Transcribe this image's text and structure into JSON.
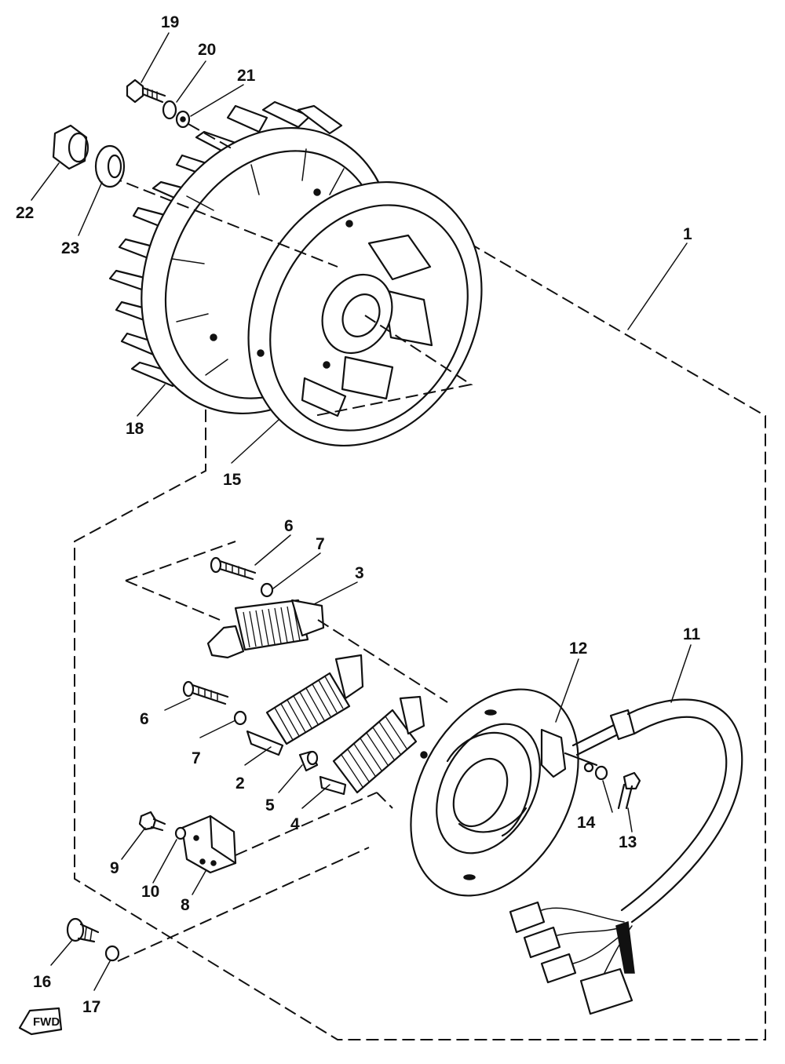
{
  "labels": {
    "p1": "1",
    "p2": "2",
    "p3": "3",
    "p4": "4",
    "p5": "5",
    "p6a": "6",
    "p6b": "6",
    "p7a": "7",
    "p7b": "7",
    "p8": "8",
    "p9": "9",
    "p10": "10",
    "p11": "11",
    "p12": "12",
    "p13": "13",
    "p14": "14",
    "p15": "15",
    "p16": "16",
    "p17": "17",
    "p18": "18",
    "p19": "19",
    "p20": "20",
    "p21": "21",
    "p22": "22",
    "p23": "23"
  },
  "fwd_mark": "FWD"
}
